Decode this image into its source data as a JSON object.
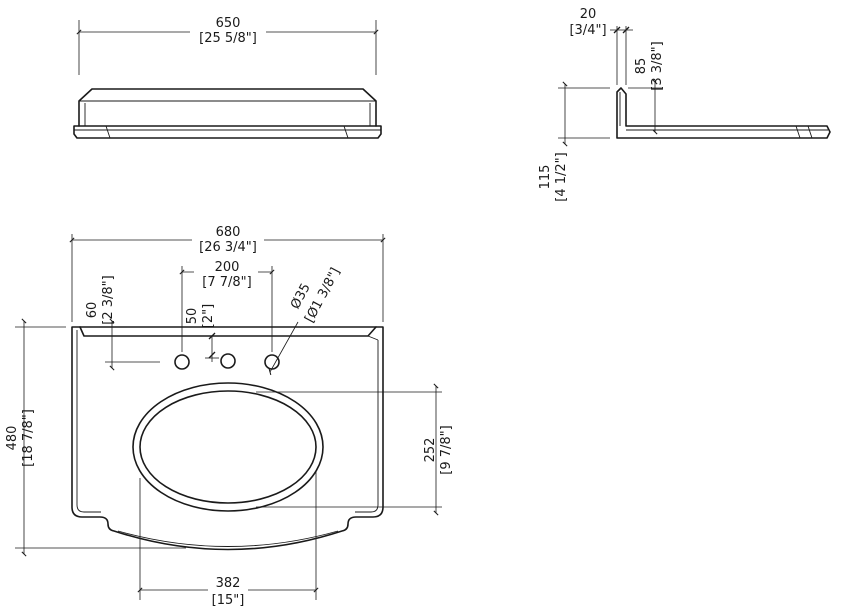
{
  "front_view": {
    "width_mm": "650",
    "width_in": "[25 5/8\"]"
  },
  "side_view": {
    "thickness_mm": "20",
    "thickness_in": "[3/4\"]",
    "splash_height_mm": "85",
    "splash_height_in": "[3 3/8\"]",
    "total_height_mm": "115",
    "total_height_in": "[4 1/2\"]"
  },
  "top_view": {
    "width_mm": "680",
    "width_in": "[26 3/4\"]",
    "hole_spacing_mm": "200",
    "hole_spacing_in": "[7 7/8\"]",
    "hole_offset_mm": "60",
    "hole_offset_in": "[2 3/8\"]",
    "hole_inset_mm": "50",
    "hole_inset_in": "[2\"]",
    "hole_diameter_mm": "Ø35",
    "hole_diameter_in": "[Ø1 3/8\"]",
    "depth_mm": "480",
    "depth_in": "[18 7/8\"]",
    "bowl_depth_mm": "252",
    "bowl_depth_in": "[9 7/8\"]",
    "bowl_width_mm": "382",
    "bowl_width_in": "[15\"]"
  }
}
